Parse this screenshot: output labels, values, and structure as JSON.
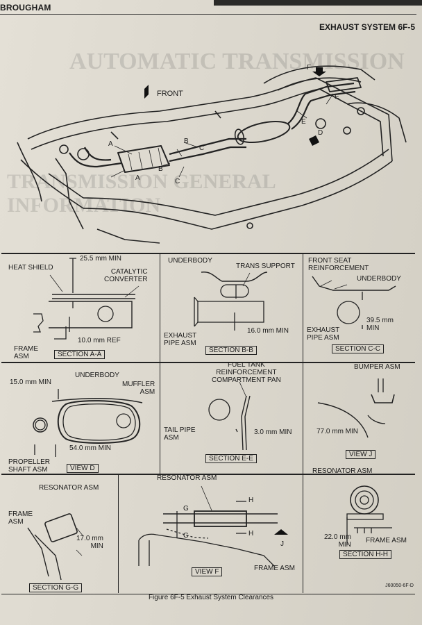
{
  "header": {
    "left_title": "BROUGHAM",
    "right_title": "EXHAUST SYSTEM  6F-5"
  },
  "main_diagram": {
    "front": "FRONT",
    "markers": [
      "A",
      "A",
      "B",
      "B",
      "C",
      "C",
      "D",
      "E",
      "E",
      "F"
    ]
  },
  "section_aa": {
    "dim_top": "25.5 mm MIN",
    "heat_shield": "HEAT SHIELD",
    "converter": "CATALYTIC\nCONVERTER",
    "frame": "FRAME\nASM",
    "dim_ref": "10.0 mm REF",
    "title": "SECTION A-A"
  },
  "section_bb": {
    "underbody": "UNDERBODY",
    "trans_support": "TRANS SUPPORT",
    "exhaust_pipe": "EXHAUST\nPIPE ASM",
    "dim": "16.0 mm MIN",
    "title": "SECTION B-B"
  },
  "section_cc": {
    "front_seat": "FRONT SEAT\nREINFORCEMENT",
    "underbody": "UNDERBODY",
    "dim": "39.5 mm\nMIN",
    "exhaust_pipe": "EXHAUST\nPIPE ASM",
    "title": "SECTION C-C"
  },
  "view_d": {
    "dim_top": "15.0 mm MIN",
    "underbody": "UNDERBODY",
    "muffler": "MUFFLER\nASM",
    "dim_bottom": "54.0 mm MIN",
    "propeller": "PROPELLER\nSHAFT ASM",
    "title": "VIEW D"
  },
  "section_ee": {
    "fuel_tank": "FUEL TANK\nREINFORCEMENT\nCOMPARTMENT PAN",
    "tail_pipe": "TAIL PIPE\nASM",
    "dim": "3.0 mm MIN",
    "title": "SECTION E-E"
  },
  "view_j": {
    "bumper": "BUMPER ASM",
    "dim": "77.0 mm MIN",
    "title": "VIEW J"
  },
  "section_gg": {
    "resonator": "RESONATOR ASM",
    "frame": "FRAME\nASM",
    "dim": "17.0 mm\nMIN",
    "title": "SECTION G-G"
  },
  "view_f": {
    "resonator": "RESONATOR ASM",
    "g": "G",
    "h": "H",
    "j": "J",
    "frame": "FRAME ASM",
    "title": "VIEW F"
  },
  "section_hh": {
    "resonator": "RESONATOR ASM",
    "dim": "22.0 mm\nMIN",
    "frame": "FRAME ASM",
    "title": "SECTION H-H"
  },
  "footer": {
    "code": "J60050-6F-D",
    "caption": "Figure 6F-5 Exhaust System Clearances"
  }
}
